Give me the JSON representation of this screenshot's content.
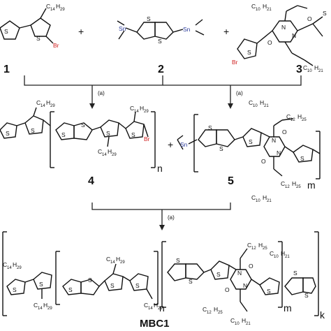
{
  "compounds": [
    {
      "number": "1"
    },
    {
      "number": "2"
    },
    {
      "number": "3"
    },
    {
      "number": "4"
    },
    {
      "number": "5"
    }
  ],
  "product": {
    "name": "MBC1"
  },
  "plus_sign": "+",
  "condition": "(a)",
  "repeat_units": {
    "n": "n",
    "m": "m",
    "k": "k"
  },
  "atoms": {
    "sulfur": "S",
    "oxygen": "O",
    "nitrogen": "N",
    "bromine": "Br",
    "tin": "Sn"
  },
  "substituents": {
    "c14": "C",
    "c14_sub": "14",
    "h29_base": "H",
    "h29_sub": "29",
    "c10": "C",
    "c10_sub": "10",
    "h21_base": "H",
    "h21_sub": "21",
    "c12": "C",
    "c12_sub": "12",
    "h25_base": "H",
    "h25_sub": "25"
  },
  "colors": {
    "bromine": "#d02020",
    "tin": "#2a3a9a"
  }
}
